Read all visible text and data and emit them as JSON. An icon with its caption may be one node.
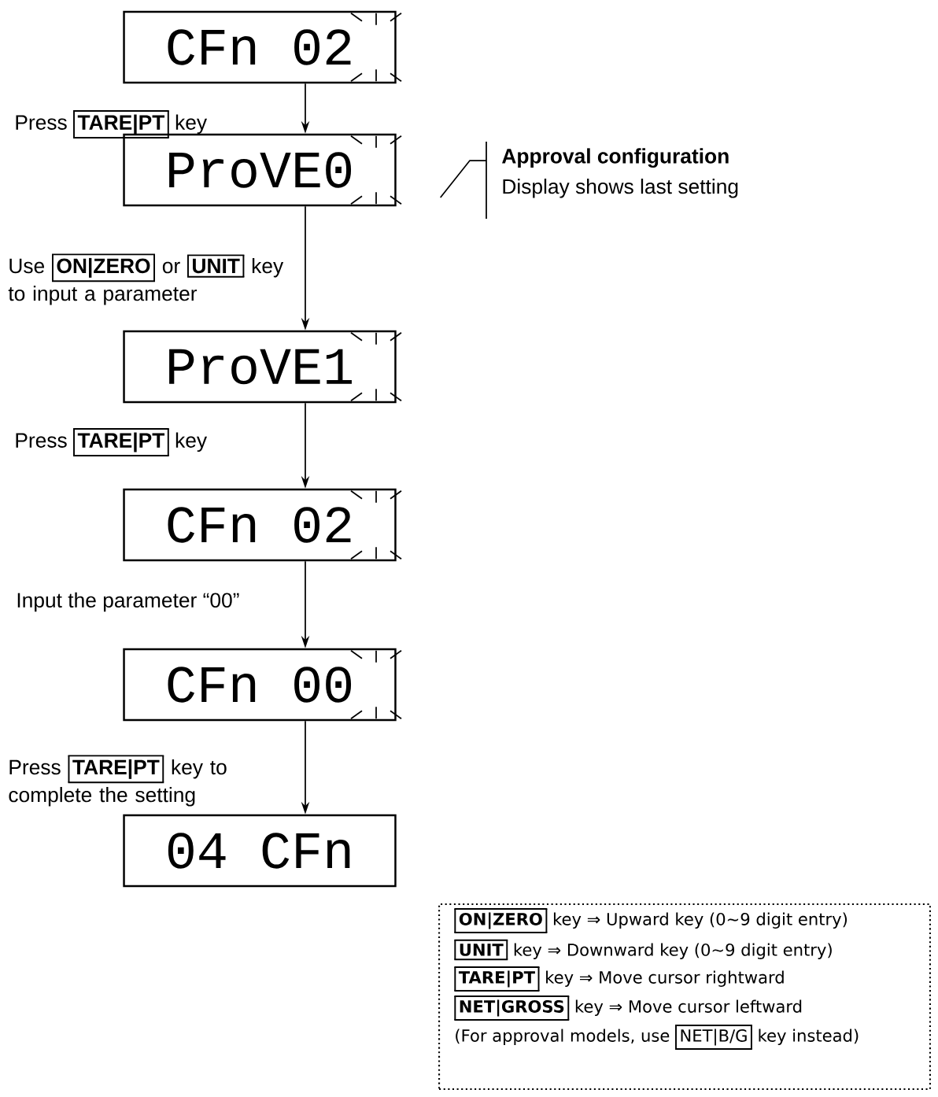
{
  "diagram": {
    "nodes": [
      {
        "text": [
          "CFn 02"
        ]
      },
      {
        "text": [
          "ProVE0"
        ]
      },
      {
        "text": [
          "ProVE1"
        ]
      },
      {
        "text": [
          "CFn 02"
        ]
      },
      {
        "text": [
          "CFn 00"
        ]
      },
      {
        "text": [
          "04 CFn"
        ]
      },
      {
        "text": [
          "Approval configuration",
          "Display shows last setting"
        ]
      },
      {
        "text": [
          "**ON|ZERO** key ⇒ Upward key (0~9 digit entry)",
          "**UNIT** key ⇒ Downward key (0~9 digit entry)",
          "**TARE|PT** key ⇒ Move cursor rightward",
          "**NET|GROSS** key ⇒ Move cursor leftward",
          "(For approval models, use *NET|B/G* key instead)"
        ]
      }
    ],
    "edges": [
      {
        "from": 0,
        "to": 1,
        "arrow": "to",
        "label": "Press **TARE|PT** key"
      },
      {
        "from": 1,
        "to": 2,
        "arrow": "to",
        "label": "Use **ON|ZERO** or **UNIT** key to input a parameter"
      },
      {
        "from": 2,
        "to": 3,
        "arrow": "to",
        "label": "Press **TARE|PT** key"
      },
      {
        "from": 3,
        "to": 4,
        "arrow": "to",
        "label": "Input the parameter “00”"
      },
      {
        "from": 4,
        "to": 5,
        "arrow": "to",
        "label": "Press **TARE|PT** key to complete the setting"
      },
      {
        "from": 6,
        "to": 1,
        "arrow": "none"
      }
    ]
  }
}
